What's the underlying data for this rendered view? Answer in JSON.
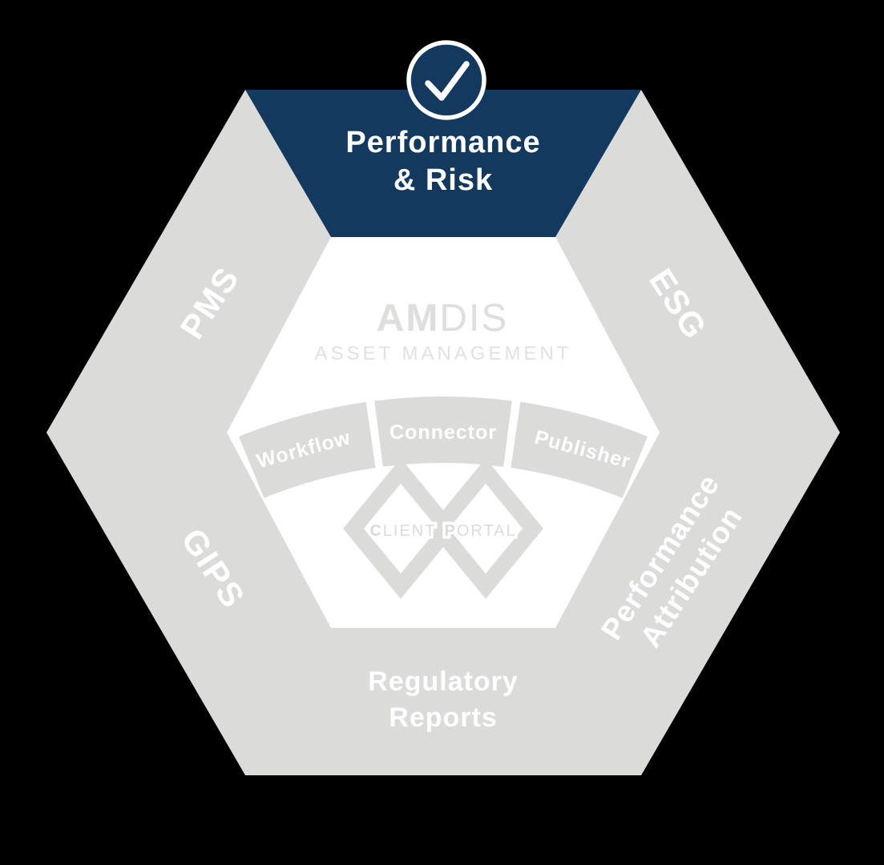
{
  "diagram": {
    "name": "AMDIS solution hexagon",
    "background_color": "#000000",
    "colors": {
      "ring_gray": "#DBDBD9",
      "active_navy": "#14395F",
      "core_white": "#FFFFFF",
      "logo_gray": "#DEDEDC",
      "label_white": "#FFFFFF"
    }
  },
  "center_logo": {
    "brand_bold": "AM",
    "brand_light": "DIS",
    "subtitle": "ASSET MANAGEMENT"
  },
  "client_portal": {
    "initial_1": "C",
    "rest_1": "LIENT",
    "initial_2": "P",
    "rest_2": "ORTAL"
  },
  "modules": {
    "workflow": "Workflow",
    "connector": "Connector",
    "publisher": "Publisher"
  },
  "segments": {
    "performance_risk": {
      "line1": "Performance",
      "line2": "& Risk",
      "selected": "true"
    },
    "pms": {
      "label": "PMS"
    },
    "esg": {
      "label": "ESG"
    },
    "gips": {
      "label": "GIPS"
    },
    "performance_attribution": {
      "line1": "Performance",
      "line2": "Attribution"
    },
    "regulatory_reports": {
      "line1": "Regulatory",
      "line2": "Reports"
    }
  },
  "icons": {
    "selected_badge": "checkmark"
  }
}
